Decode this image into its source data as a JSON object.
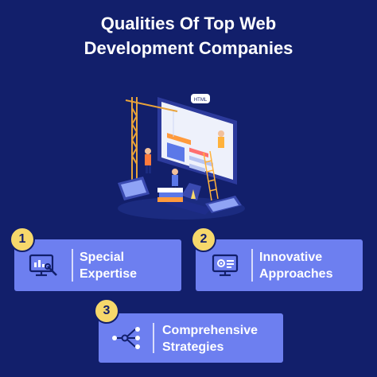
{
  "page": {
    "title_line1": "Qualities Of Top Web",
    "title_line2": "Development Companies"
  },
  "colors": {
    "background": "#121f6b",
    "card": "#6d7ff0",
    "badge": "#f6d86b",
    "title": "#ffffff"
  },
  "illustration": {
    "icon": "web-development-isometric-illustration",
    "screen_text": "HTML"
  },
  "cards": [
    {
      "number": "1",
      "line1": "Special",
      "line2": "Expertise",
      "icon": "monitor-wrench-icon"
    },
    {
      "number": "2",
      "line1": "Innovative",
      "line2": "Approaches",
      "icon": "monitor-settings-icon"
    },
    {
      "number": "3",
      "line1": "Comprehensive",
      "line2": "Strategies",
      "icon": "strategy-network-icon"
    }
  ]
}
